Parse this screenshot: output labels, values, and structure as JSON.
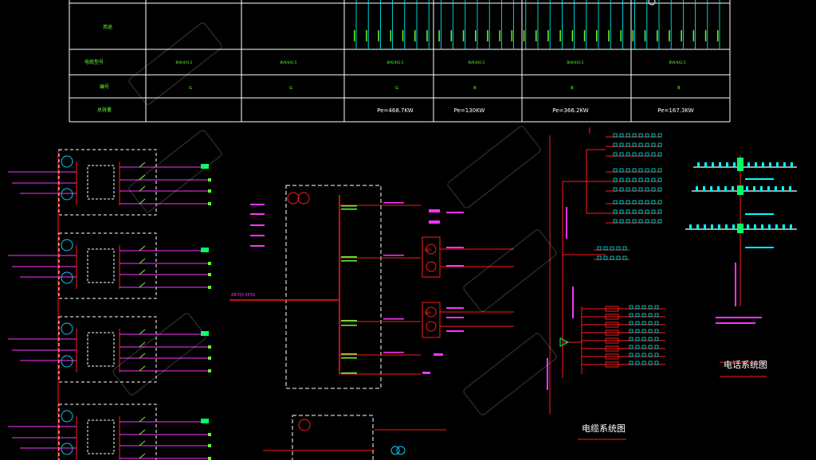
{
  "colors": {
    "background": "#000000",
    "table_lines": "#ffffff",
    "power_lines": "#ff1a1a",
    "branch_lines": "#ff33ff",
    "devices": "#00ff66",
    "meter_strips": "#00ffff",
    "breaker_marks": "#66ff33",
    "boundary": "#ffffff"
  },
  "table": {
    "row_labels": [
      "用途",
      "电缆型号",
      "编号",
      "总容量"
    ],
    "cable_types": [
      "BV6/4X1.5",
      "BV6/4X2.5",
      "BV6/4X2.5",
      "BV6/4X2.5",
      "BV6/4X2.5",
      "BV6/4X2.5"
    ],
    "numbers": [
      "G",
      "G",
      "G",
      "B",
      "B",
      "B"
    ],
    "totals": [
      "Pe=468.7KW",
      "Pe=130KW",
      "Pe=366.2KW",
      "Pe=167.3KW"
    ]
  },
  "captions": {
    "center_diagram": "电缆系统图",
    "right_diagram": "电话系统图"
  },
  "center_labels": {
    "incoming": "ZR-YJV-3X50",
    "upper_meter": "Wh",
    "lower_meter": "Wh"
  }
}
